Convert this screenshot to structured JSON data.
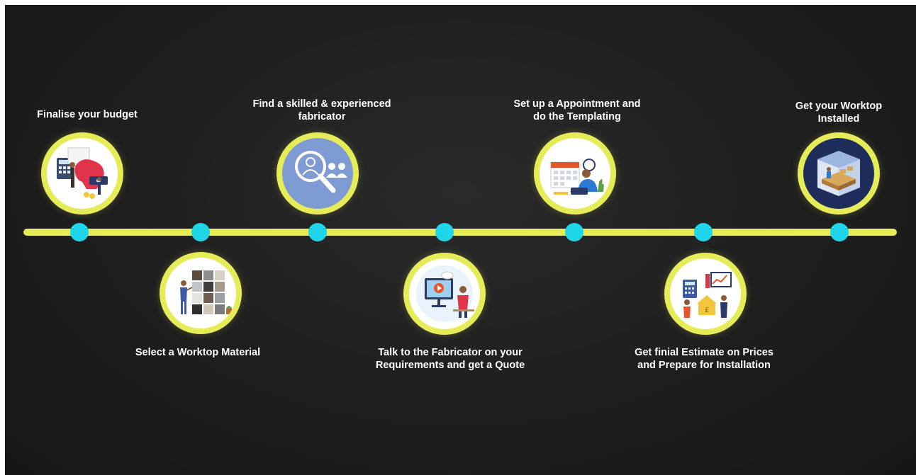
{
  "colors": {
    "background": "#1e1e1e",
    "timeline": "#e6ec58",
    "dot": "#1ed6e8",
    "text": "#ffffff"
  },
  "steps": [
    {
      "label": "Finalise your budget",
      "icon": "budget-icon"
    },
    {
      "label": "Select a Worktop Material",
      "icon": "material-selection-icon"
    },
    {
      "label": "Find a skilled & experienced\nfabricator",
      "icon": "search-fabricator-icon"
    },
    {
      "label": "Talk to the Fabricator on your\nRequirements and get a Quote",
      "icon": "video-call-icon"
    },
    {
      "label": "Set up a Appointment and\ndo the Templating",
      "icon": "appointment-icon"
    },
    {
      "label": "Get finial Estimate on Prices\nand Prepare for Installation",
      "icon": "estimate-icon"
    },
    {
      "label": "Get your Worktop\nInstalled",
      "icon": "installed-worktop-icon"
    }
  ]
}
